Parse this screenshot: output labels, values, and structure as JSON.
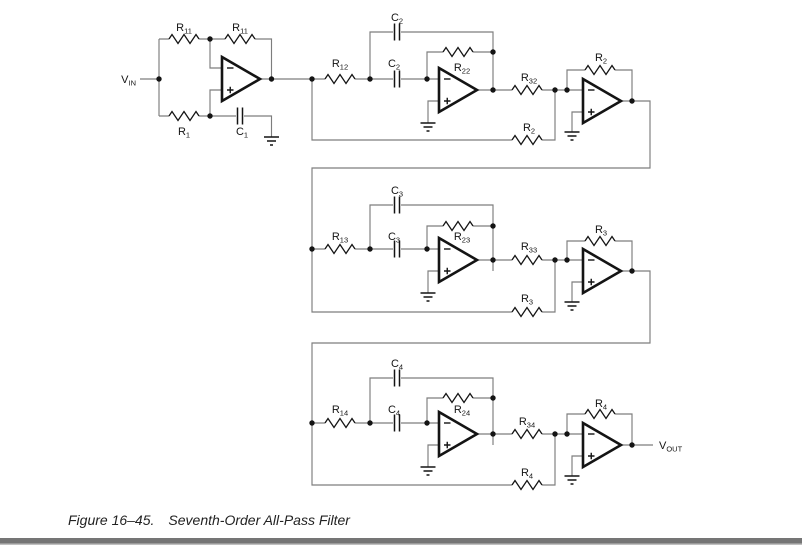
{
  "diagram": {
    "input_label": {
      "main": "V",
      "sub": "IN"
    },
    "output_label": {
      "main": "V",
      "sub": "OUT"
    },
    "stage1": {
      "r11_input": {
        "main": "R",
        "sub": "11"
      },
      "r11_feedback": {
        "main": "R",
        "sub": "11"
      },
      "r1": {
        "main": "R",
        "sub": "1"
      },
      "c1": {
        "main": "C",
        "sub": "1"
      }
    },
    "row1": {
      "r12": {
        "main": "R",
        "sub": "12"
      },
      "c2_top": {
        "main": "C",
        "sub": "2"
      },
      "c2_inline": {
        "main": "C",
        "sub": "2"
      },
      "r22": {
        "main": "R",
        "sub": "22"
      },
      "r32": {
        "main": "R",
        "sub": "32"
      },
      "r2_feedback": {
        "main": "R",
        "sub": "2"
      },
      "r2_bottom": {
        "main": "R",
        "sub": "2"
      }
    },
    "row2": {
      "r13": {
        "main": "R",
        "sub": "13"
      },
      "c3_top": {
        "main": "C",
        "sub": "3"
      },
      "c3_inline": {
        "main": "C",
        "sub": "3"
      },
      "r23": {
        "main": "R",
        "sub": "23"
      },
      "r33": {
        "main": "R",
        "sub": "33"
      },
      "r3_feedback": {
        "main": "R",
        "sub": "3"
      },
      "r3_bottom": {
        "main": "R",
        "sub": "3"
      }
    },
    "row3": {
      "r14": {
        "main": "R",
        "sub": "14"
      },
      "c4_top": {
        "main": "C",
        "sub": "4"
      },
      "c4_inline": {
        "main": "C",
        "sub": "4"
      },
      "r24": {
        "main": "R",
        "sub": "24"
      },
      "r34": {
        "main": "R",
        "sub": "34"
      },
      "r4_feedback": {
        "main": "R",
        "sub": "4"
      },
      "r4_bottom": {
        "main": "R",
        "sub": "4"
      }
    }
  },
  "caption": {
    "figure_label": "Figure 16–45.",
    "title": "Seventh-Order All-Pass Filter"
  },
  "colors": {
    "wire": "#7d7d7d",
    "component": "#141414",
    "label_text": "#141414",
    "footer_bar": "#757575",
    "footer_bar_light": "#c0c0c0",
    "background": "#ffffff"
  }
}
